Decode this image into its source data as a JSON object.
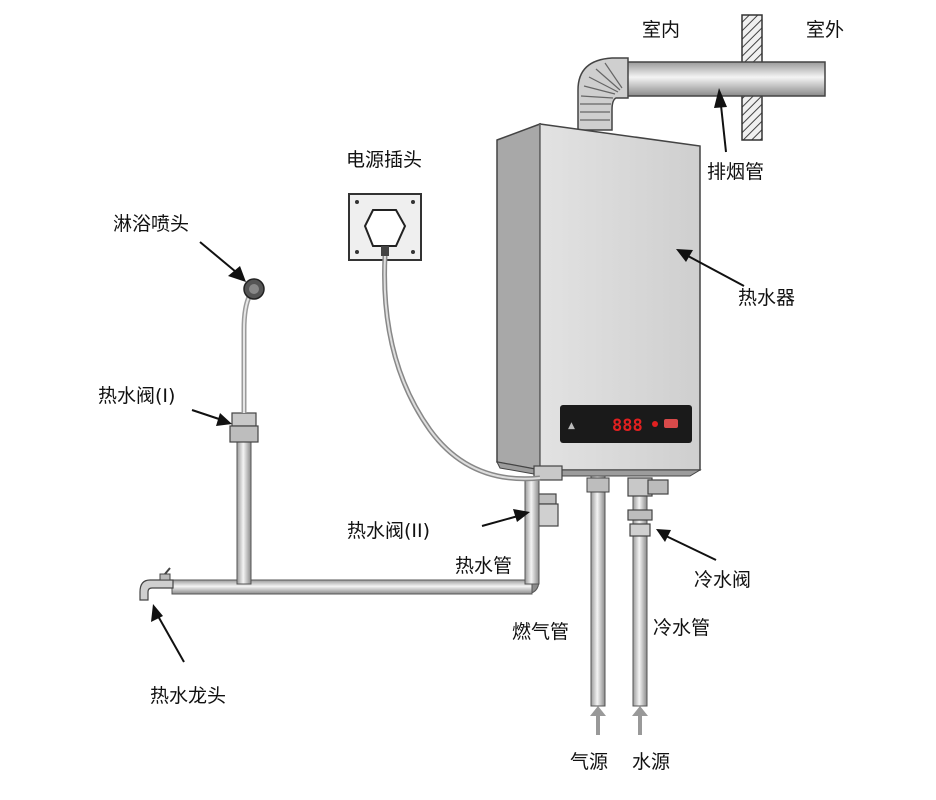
{
  "labels": {
    "indoor": "室内",
    "outdoor": "室外",
    "flue_pipe": "排烟管",
    "power_plug": "电源插头",
    "shower_head": "淋浴喷头",
    "water_heater": "热水器",
    "hot_valve_1": "热水阀(I)",
    "hot_valve_2": "热水阀(II)",
    "hot_water_pipe": "热水管",
    "cold_water_valve": "冷水阀",
    "gas_pipe": "燃气管",
    "cold_water_pipe": "冷水管",
    "hot_water_tap": "热水龙头",
    "gas_source": "气源",
    "water_source": "水源"
  },
  "display": {
    "readout": "888"
  },
  "colors": {
    "heater_body": "#d6d6d6",
    "heater_side": "#a8a8a8",
    "panel": "#1a1a1a",
    "led": "#e02020",
    "pipe": "#d0d0d0",
    "outline": "#333333"
  }
}
